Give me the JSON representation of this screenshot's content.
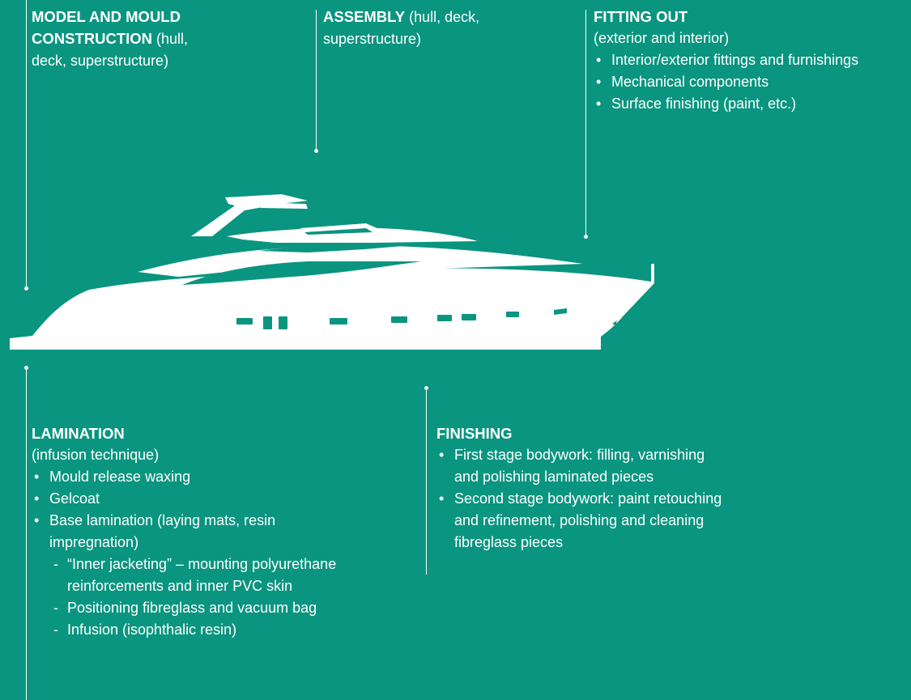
{
  "colors": {
    "background": "#0a9580",
    "foreground": "#ffffff"
  },
  "model": {
    "title_line1": "MODEL AND MOULD",
    "title_line2": "CONSTRUCTION",
    "tail": " (hull,",
    "line3": "deck, superstructure)"
  },
  "assembly": {
    "title": "ASSEMBLY",
    "tail": " (hull, deck,",
    "line2": "superstructure)"
  },
  "fitting": {
    "title": "FITTING OUT",
    "subtitle": "(exterior and interior)",
    "items": [
      "Interior/exterior fittings and furnishings",
      "Mechanical components",
      "Surface finishing (paint, etc.)"
    ]
  },
  "lamination": {
    "title": "LAMINATION",
    "subtitle": "(infusion technique)",
    "items": [
      "Mould release waxing",
      "Gelcoat",
      "Base lamination (laying mats, resin",
      "impregnation)"
    ],
    "subitems": [
      "“Inner jacketing” – mounting polyurethane",
      "reinforcements and inner PVC skin",
      "Positioning fibreglass and vacuum bag",
      "Infusion (isophthalic resin)"
    ]
  },
  "finishing": {
    "title": "FINISHING",
    "items": [
      [
        "First stage bodywork: filling, varnishing",
        "and polishing laminated pieces"
      ],
      [
        "Second stage bodywork: paint retouching",
        "and refinement, polishing and cleaning",
        "fibreglass pieces"
      ]
    ]
  },
  "icons": {
    "boat": "yacht-silhouette-icon"
  }
}
